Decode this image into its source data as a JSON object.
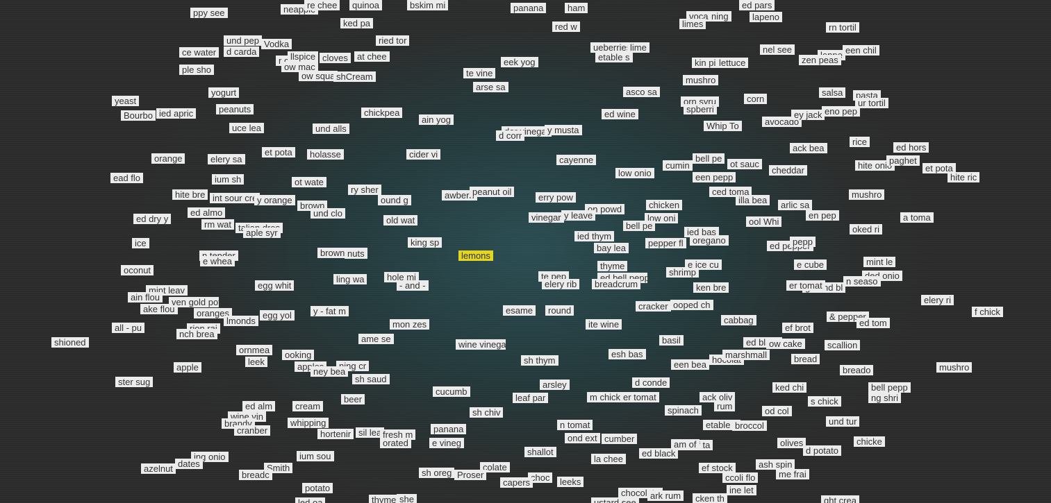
{
  "highlight_color": "#e3d61d",
  "highlighted_label": "lemons",
  "labels": [
    "ppy see",
    "neapple",
    "re chee",
    "quinoa",
    "bskim mi",
    "ham",
    "panana",
    "vocados",
    "ning",
    "ed pars",
    "ked pa",
    "ried tor",
    "red w",
    "limes",
    "lapeno",
    "rn tortil",
    "und pep",
    "Vodka",
    "ce water",
    "d carda",
    "ueberries",
    "lime",
    "nel see",
    "lenpe",
    "een chil",
    "r cooking",
    "llspice",
    "cloves",
    "at chee",
    "eek yog",
    "etable s",
    "kin pi",
    "lettuce",
    "zen peas",
    "ple sho",
    "ow mac",
    "ow squa",
    "shCream",
    "te vine",
    "arse sa",
    "mushro",
    "yogurt",
    "asco sa",
    "orn syru",
    "corn",
    "salsa",
    "pasta",
    "yeast",
    "peanuts",
    "spberri",
    "ur tortil",
    "Bourbo",
    "ied apric",
    "chickpea",
    "ain yog",
    "ed wine",
    "Whip To",
    "avocado",
    "ey jack",
    "eno pep",
    "uce lea",
    "und alls",
    "der vinegar",
    "y musta",
    "d corr",
    "ack bea",
    "rice",
    "ed hors",
    "orange",
    "elery sa",
    "et pota",
    "holasse",
    "cider vi",
    "cayenne",
    "bell pe",
    "ot sauc",
    "cumin",
    "cheddar",
    "hite onio",
    "paghet",
    "et pota",
    "ead flo",
    "ium sh",
    "ot wate",
    "ry sher",
    "low onio",
    "een pepp",
    "hite ric",
    "hite bre",
    "int sour cream",
    "y orange",
    "ound g",
    "awberri",
    "peanut oil",
    "erry pow",
    "ced toma",
    "mushro",
    "ed almo",
    "brown",
    "chicken",
    "ed dry y",
    "und clo",
    "arlic sa",
    "rm wat",
    "old wat",
    "on powd",
    "illa bea",
    "en pep",
    "vinegar",
    "y leave",
    "low oni",
    "ool Whi",
    "a toma",
    "talian dres",
    "aple syr",
    "oked ri",
    "ice",
    "ied thym",
    "ied bas",
    "oregano",
    "king sp",
    "pepper fl",
    "bell pe",
    "ed pepper",
    "pepp",
    "lemons",
    "n tender",
    "bay lea",
    "brown sugar",
    "nuts",
    "e whea",
    "thyme",
    "mint le",
    "e cube",
    "ded onio",
    "oconut",
    "ling wa",
    "hole mi",
    "ed bell pepper",
    "shrimp",
    "e ice cu",
    "ground bl",
    "n seaso",
    "egg whit",
    "- and -",
    "te pep",
    "elery rib",
    "breadcrum",
    "ken bre",
    "elery ri",
    "mint leav",
    "ain flou",
    "ake flou",
    "ven gold pot",
    "cracker",
    "ooped ch",
    "er tomat",
    "oranges",
    "y - fat m",
    "esame",
    "round",
    "f chick",
    "lmonds",
    "egg yol",
    "& pepper",
    "ed tom",
    "all - pu",
    "rion rai",
    "nch brea",
    "mon zes",
    "ite wine",
    "cabbag",
    "ef brot",
    "bread",
    "shioned",
    "ame se",
    "wine vinegar",
    "ed black",
    "ow cake",
    "scallion",
    "basil",
    "ornmea",
    "ooking",
    "sh thym",
    "esh bas",
    "hocolat",
    "marshmall",
    "apple",
    "leek",
    "apples",
    "ning cr",
    "ney bea",
    "een bea",
    "breado",
    "mushro",
    "ster sug",
    "sh saud",
    "d conde",
    "ked chi",
    "bell pepp",
    "ng shri",
    "cucumb",
    "arsley",
    "ack oliv",
    "s chick",
    "m chicken",
    "er tomat",
    "beer",
    "ed alm",
    "cream",
    "leaf par",
    "rum",
    "od col",
    "und tur",
    "wine vin",
    "brandy",
    "sh chiv",
    "spinach",
    "etable b",
    "broccol",
    "cranber",
    "whipping",
    "hortenir",
    "sil lea",
    "fresh m",
    "panana",
    "n tomat",
    "ond ext",
    "cumber",
    "chicke",
    "orated",
    "e vineg",
    "ram of ta",
    "olives",
    "d potato",
    "am of",
    "ing onio",
    "ium sou",
    "dates",
    "ash spin",
    "azelnut",
    "Smith",
    "colate",
    "shallot",
    "la chee",
    "ed black",
    "Proser",
    "breadc",
    "sh oreg",
    "choc",
    "me frai",
    "capers",
    "leeks",
    "ef stock",
    "ccoli flo",
    "potato",
    "ine let",
    "chocolate",
    "ark rum",
    "cken th",
    "thyme",
    "led oa",
    "ustard see",
    "ght crea",
    "she"
  ]
}
